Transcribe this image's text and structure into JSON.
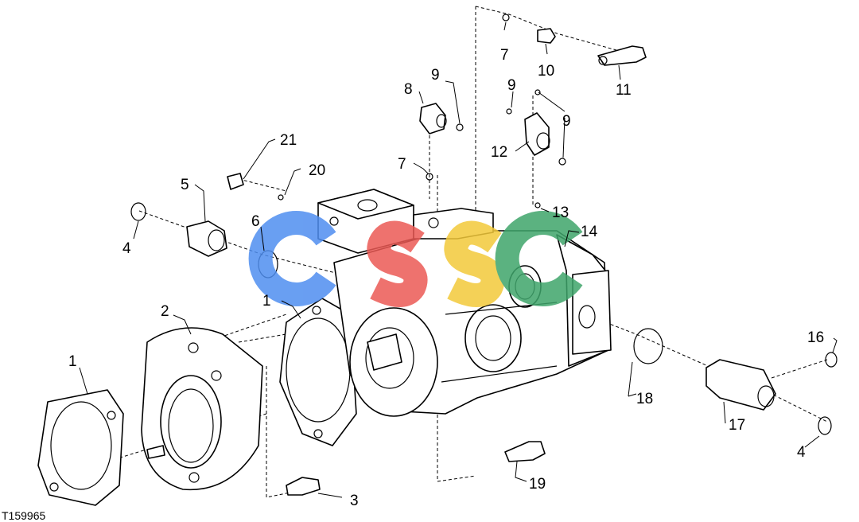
{
  "figure_id": "T159965",
  "watermark": "CSSC",
  "watermark_colors": [
    "#4f8ef0",
    "#ec5a55",
    "#f3c93a",
    "#3fa56b"
  ],
  "callouts": {
    "c1a": "1",
    "c1b": "1",
    "c2": "2",
    "c3": "3",
    "c4a": "4",
    "c4b": "4",
    "c5": "5",
    "c6": "6",
    "c7a": "7",
    "c7b": "7",
    "c8": "8",
    "c9a": "9",
    "c9b": "9",
    "c9c": "9",
    "c10": "10",
    "c11": "11",
    "c12": "12",
    "c13": "13",
    "c14": "14",
    "c16": "16",
    "c17": "17",
    "c18": "18",
    "c19": "19",
    "c20": "20",
    "c21": "21"
  }
}
